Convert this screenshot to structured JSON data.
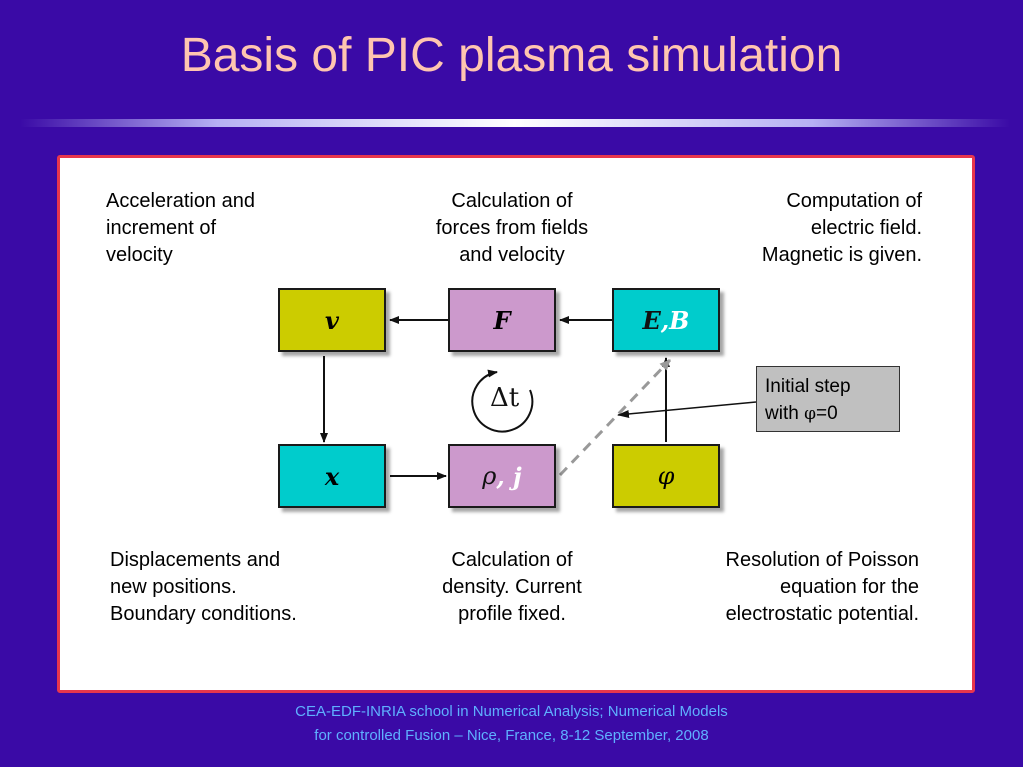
{
  "slide": {
    "title": "Basis of PIC plasma simulation",
    "labels": {
      "top_left": "Acceleration and\nincrement of\nvelocity",
      "top_center": "Calculation of\nforces from fields\nand velocity",
      "top_right": "Computation of\nelectric field.\nMagnetic is given.",
      "bottom_left": "Displacements and\nnew positions.\nBoundary conditions.",
      "bottom_center": "Calculation of\ndensity. Current\nprofile fixed.",
      "bottom_right": "Resolution of Poisson\nequation for the\nelectrostatic potential."
    },
    "boxes": {
      "v": "v",
      "F": "F",
      "E": "E",
      "B": ",B",
      "x": "x",
      "rho": "ρ",
      "j": ", j",
      "phi": "φ"
    },
    "cycle_label": "Δt",
    "note": {
      "line1": "Initial step",
      "line2_prefix": "with ",
      "line2_symbol": "φ",
      "line2_suffix": "=0"
    },
    "footer": {
      "line1": "CEA-EDF-INRIA school in Numerical Analysis; Numerical Models",
      "line2": "for controlled Fusion – Nice, France, 8-12 September,  2008"
    },
    "colors": {
      "background": "#3a0aa6",
      "title": "#ffc5b0",
      "panel_border": "#e8364d",
      "yellow_box": "#cccc00",
      "cyan_box": "#00cccc",
      "purple_box": "#cc99cc",
      "accent_white": "#ffffff",
      "footer": "#5fb0ff"
    }
  }
}
